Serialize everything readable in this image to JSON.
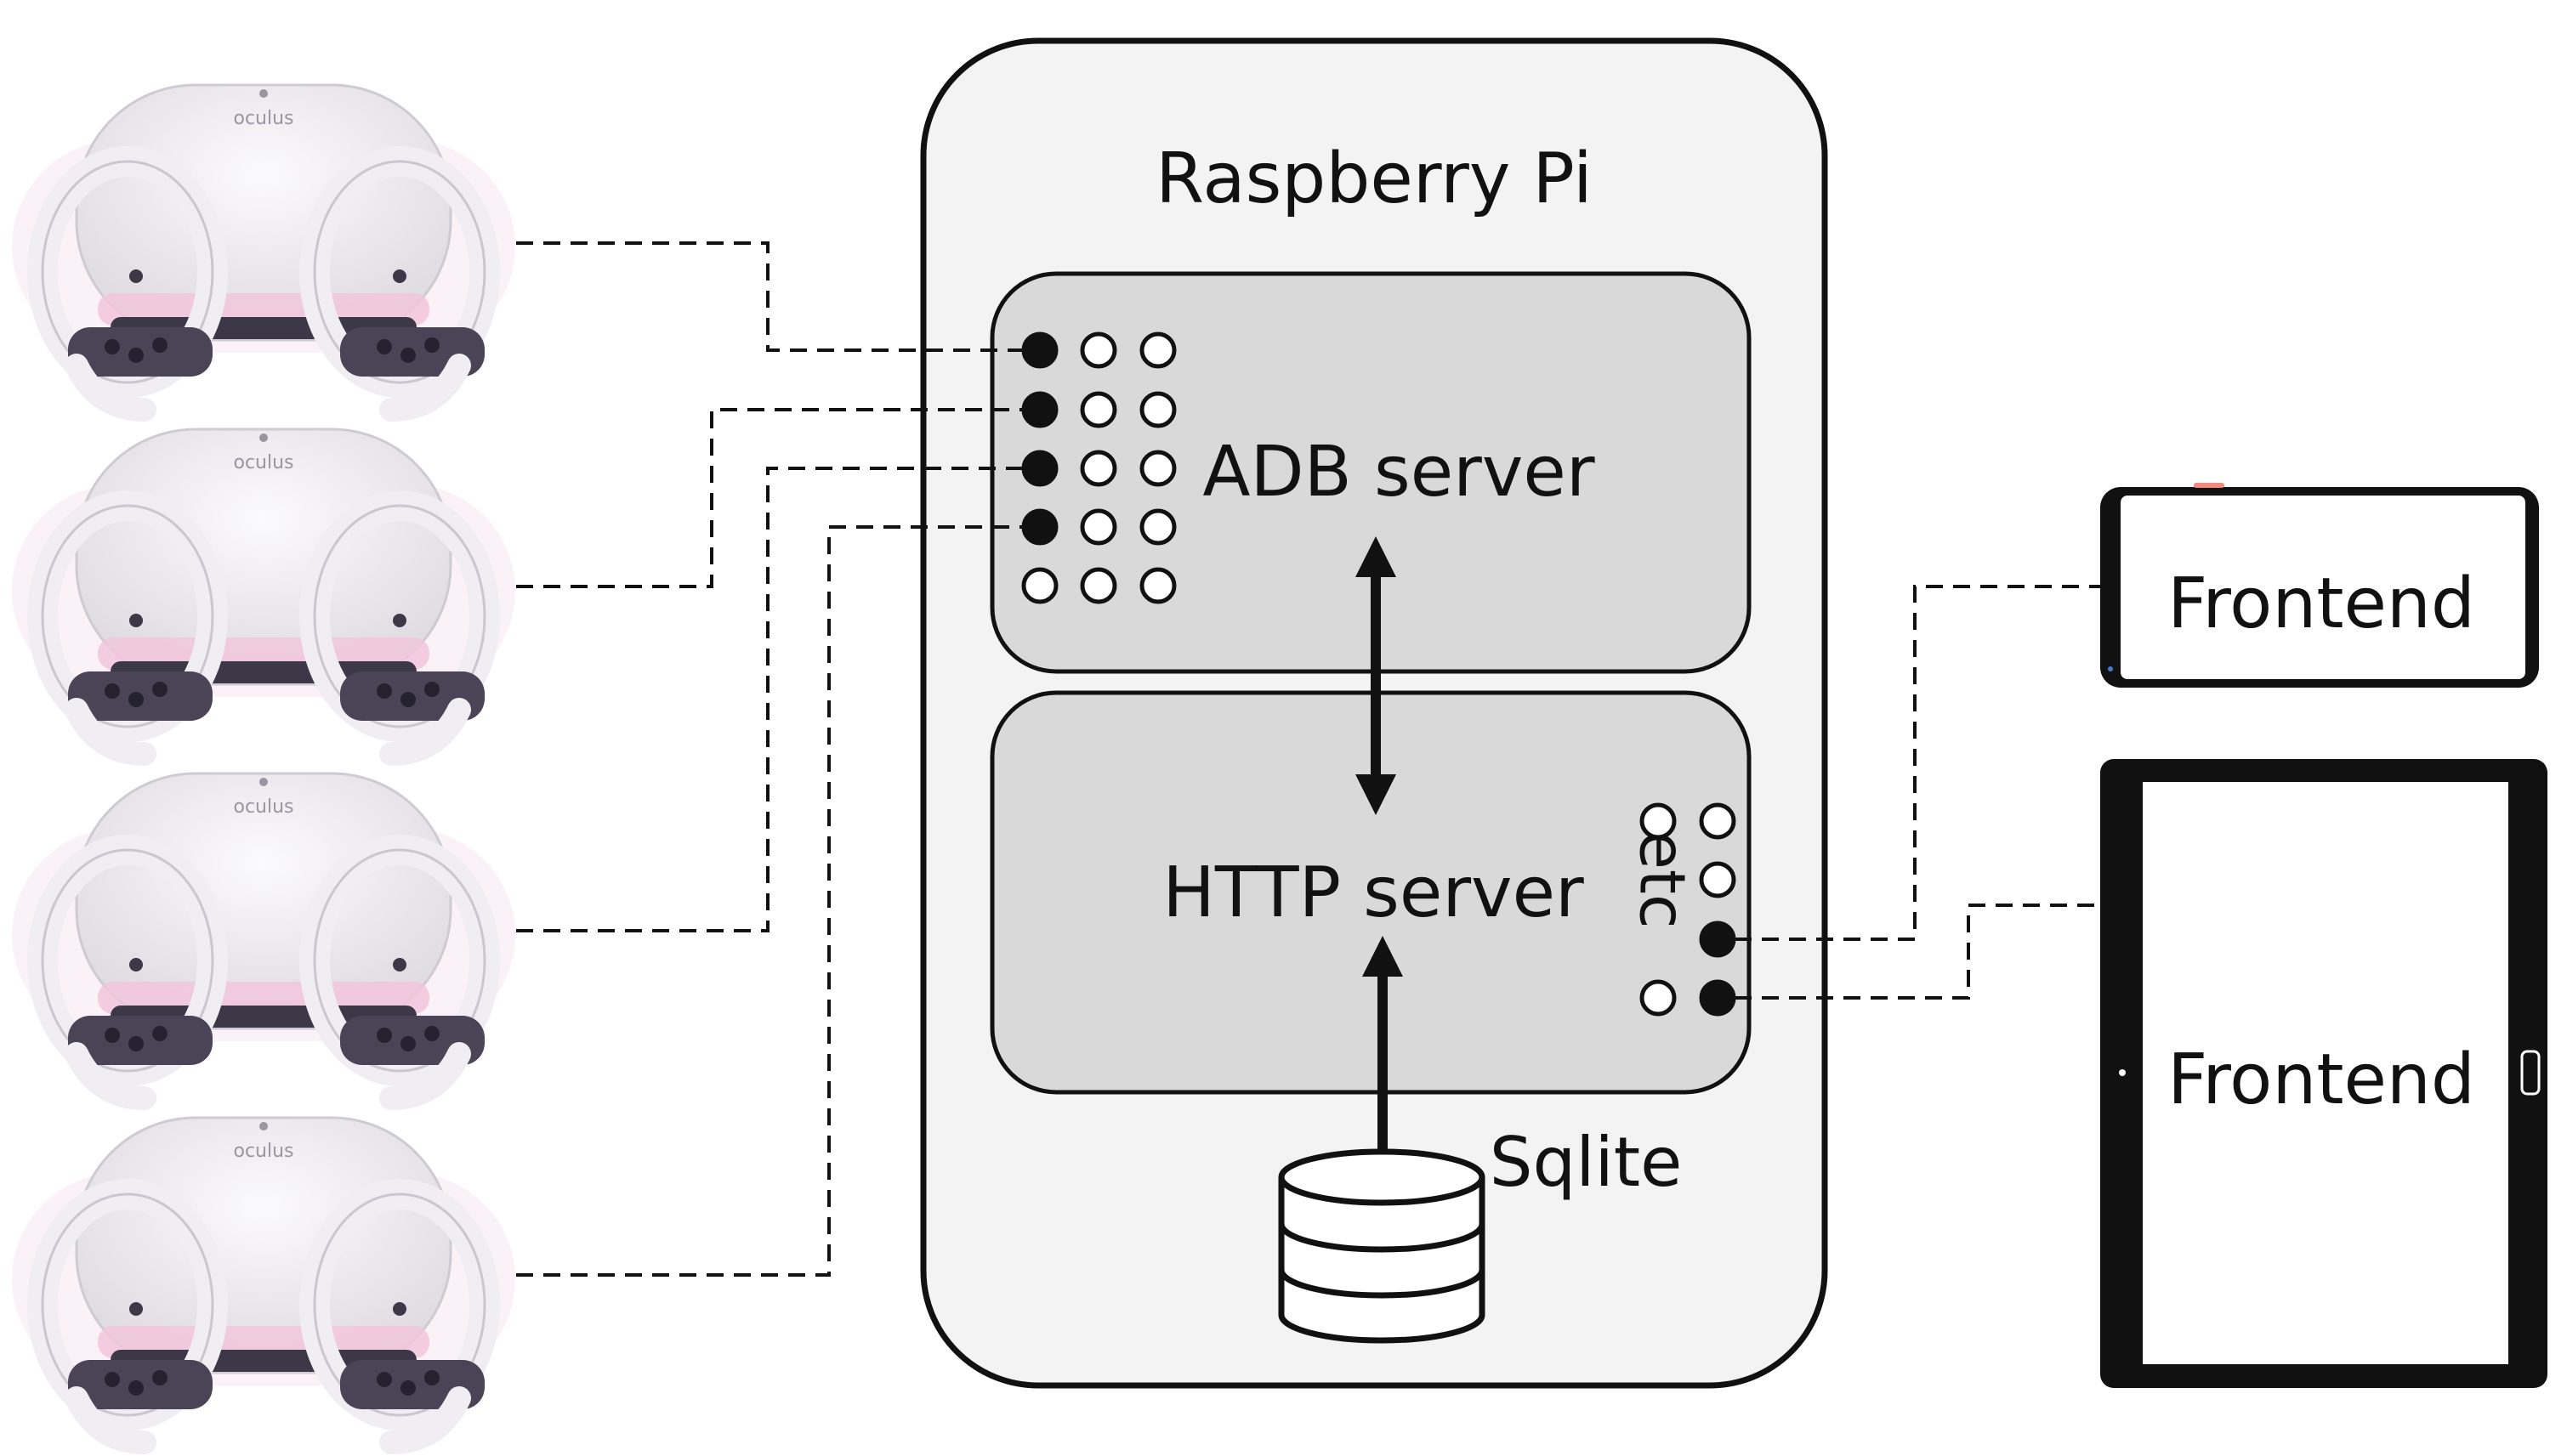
{
  "pi": {
    "title": "Raspberry Pi"
  },
  "adb": {
    "label": "ADB server"
  },
  "http": {
    "label": "HTTP server",
    "etc": "etc"
  },
  "db": {
    "label": "Sqlite"
  },
  "phone": {
    "label": "Frontend"
  },
  "tablet": {
    "label": "Frontend"
  },
  "headset": {
    "brand": "oculus"
  },
  "headsets_count": 4,
  "colors": {
    "pi_fill": "#f3f3f3",
    "server_fill": "#d9d9d9",
    "stroke": "#111111",
    "headset": "#efedf1",
    "headset_glow": "#f2c6dd",
    "controller_buttons": "#4a4456"
  }
}
